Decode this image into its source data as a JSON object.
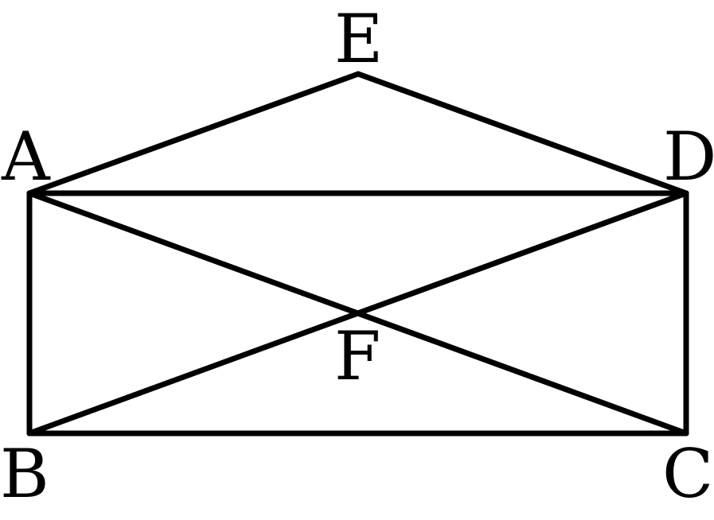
{
  "diagram": {
    "stroke_color": "#000000",
    "background_color": "#ffffff",
    "labels": {
      "A": "A",
      "B": "B",
      "C": "C",
      "D": "D",
      "E": "E",
      "F": "F"
    },
    "segments": [
      [
        "A",
        "D"
      ],
      [
        "A",
        "B"
      ],
      [
        "B",
        "C"
      ],
      [
        "C",
        "D"
      ],
      [
        "A",
        "E"
      ],
      [
        "E",
        "D"
      ],
      [
        "A",
        "C"
      ],
      [
        "B",
        "D"
      ]
    ]
  }
}
